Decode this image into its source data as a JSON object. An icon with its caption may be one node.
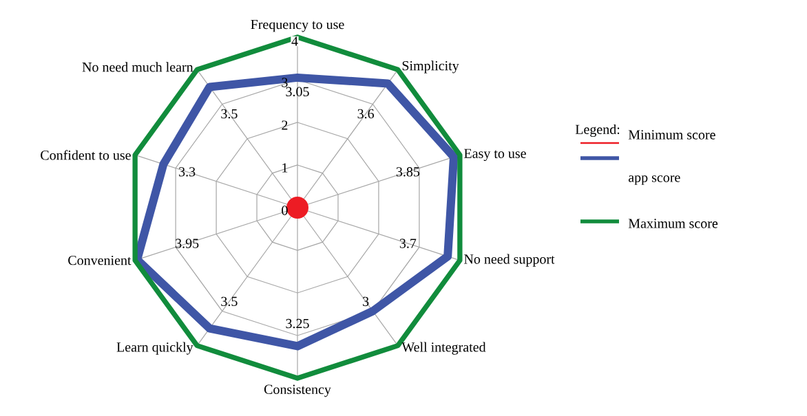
{
  "diagram": {
    "labels": [
      "Frequency to use",
      "Simplicity",
      "Easy to use",
      "No need support",
      "Well integrated",
      "Consistency",
      "Learn quickly",
      "Convenient",
      "Confident to use",
      "No need much learn",
      "0",
      "1",
      "2",
      "3",
      "4",
      "3.05",
      "3.6",
      "3.85",
      "3.7",
      "3",
      "3.25",
      "3.5",
      "3.95",
      "3.3",
      "3.5",
      "Legend:"
    ],
    "legend": [
      {
        "text": "Minimum score"
      },
      {
        "text": "app score"
      },
      {
        "text": "Maximum score"
      }
    ]
  }
}
